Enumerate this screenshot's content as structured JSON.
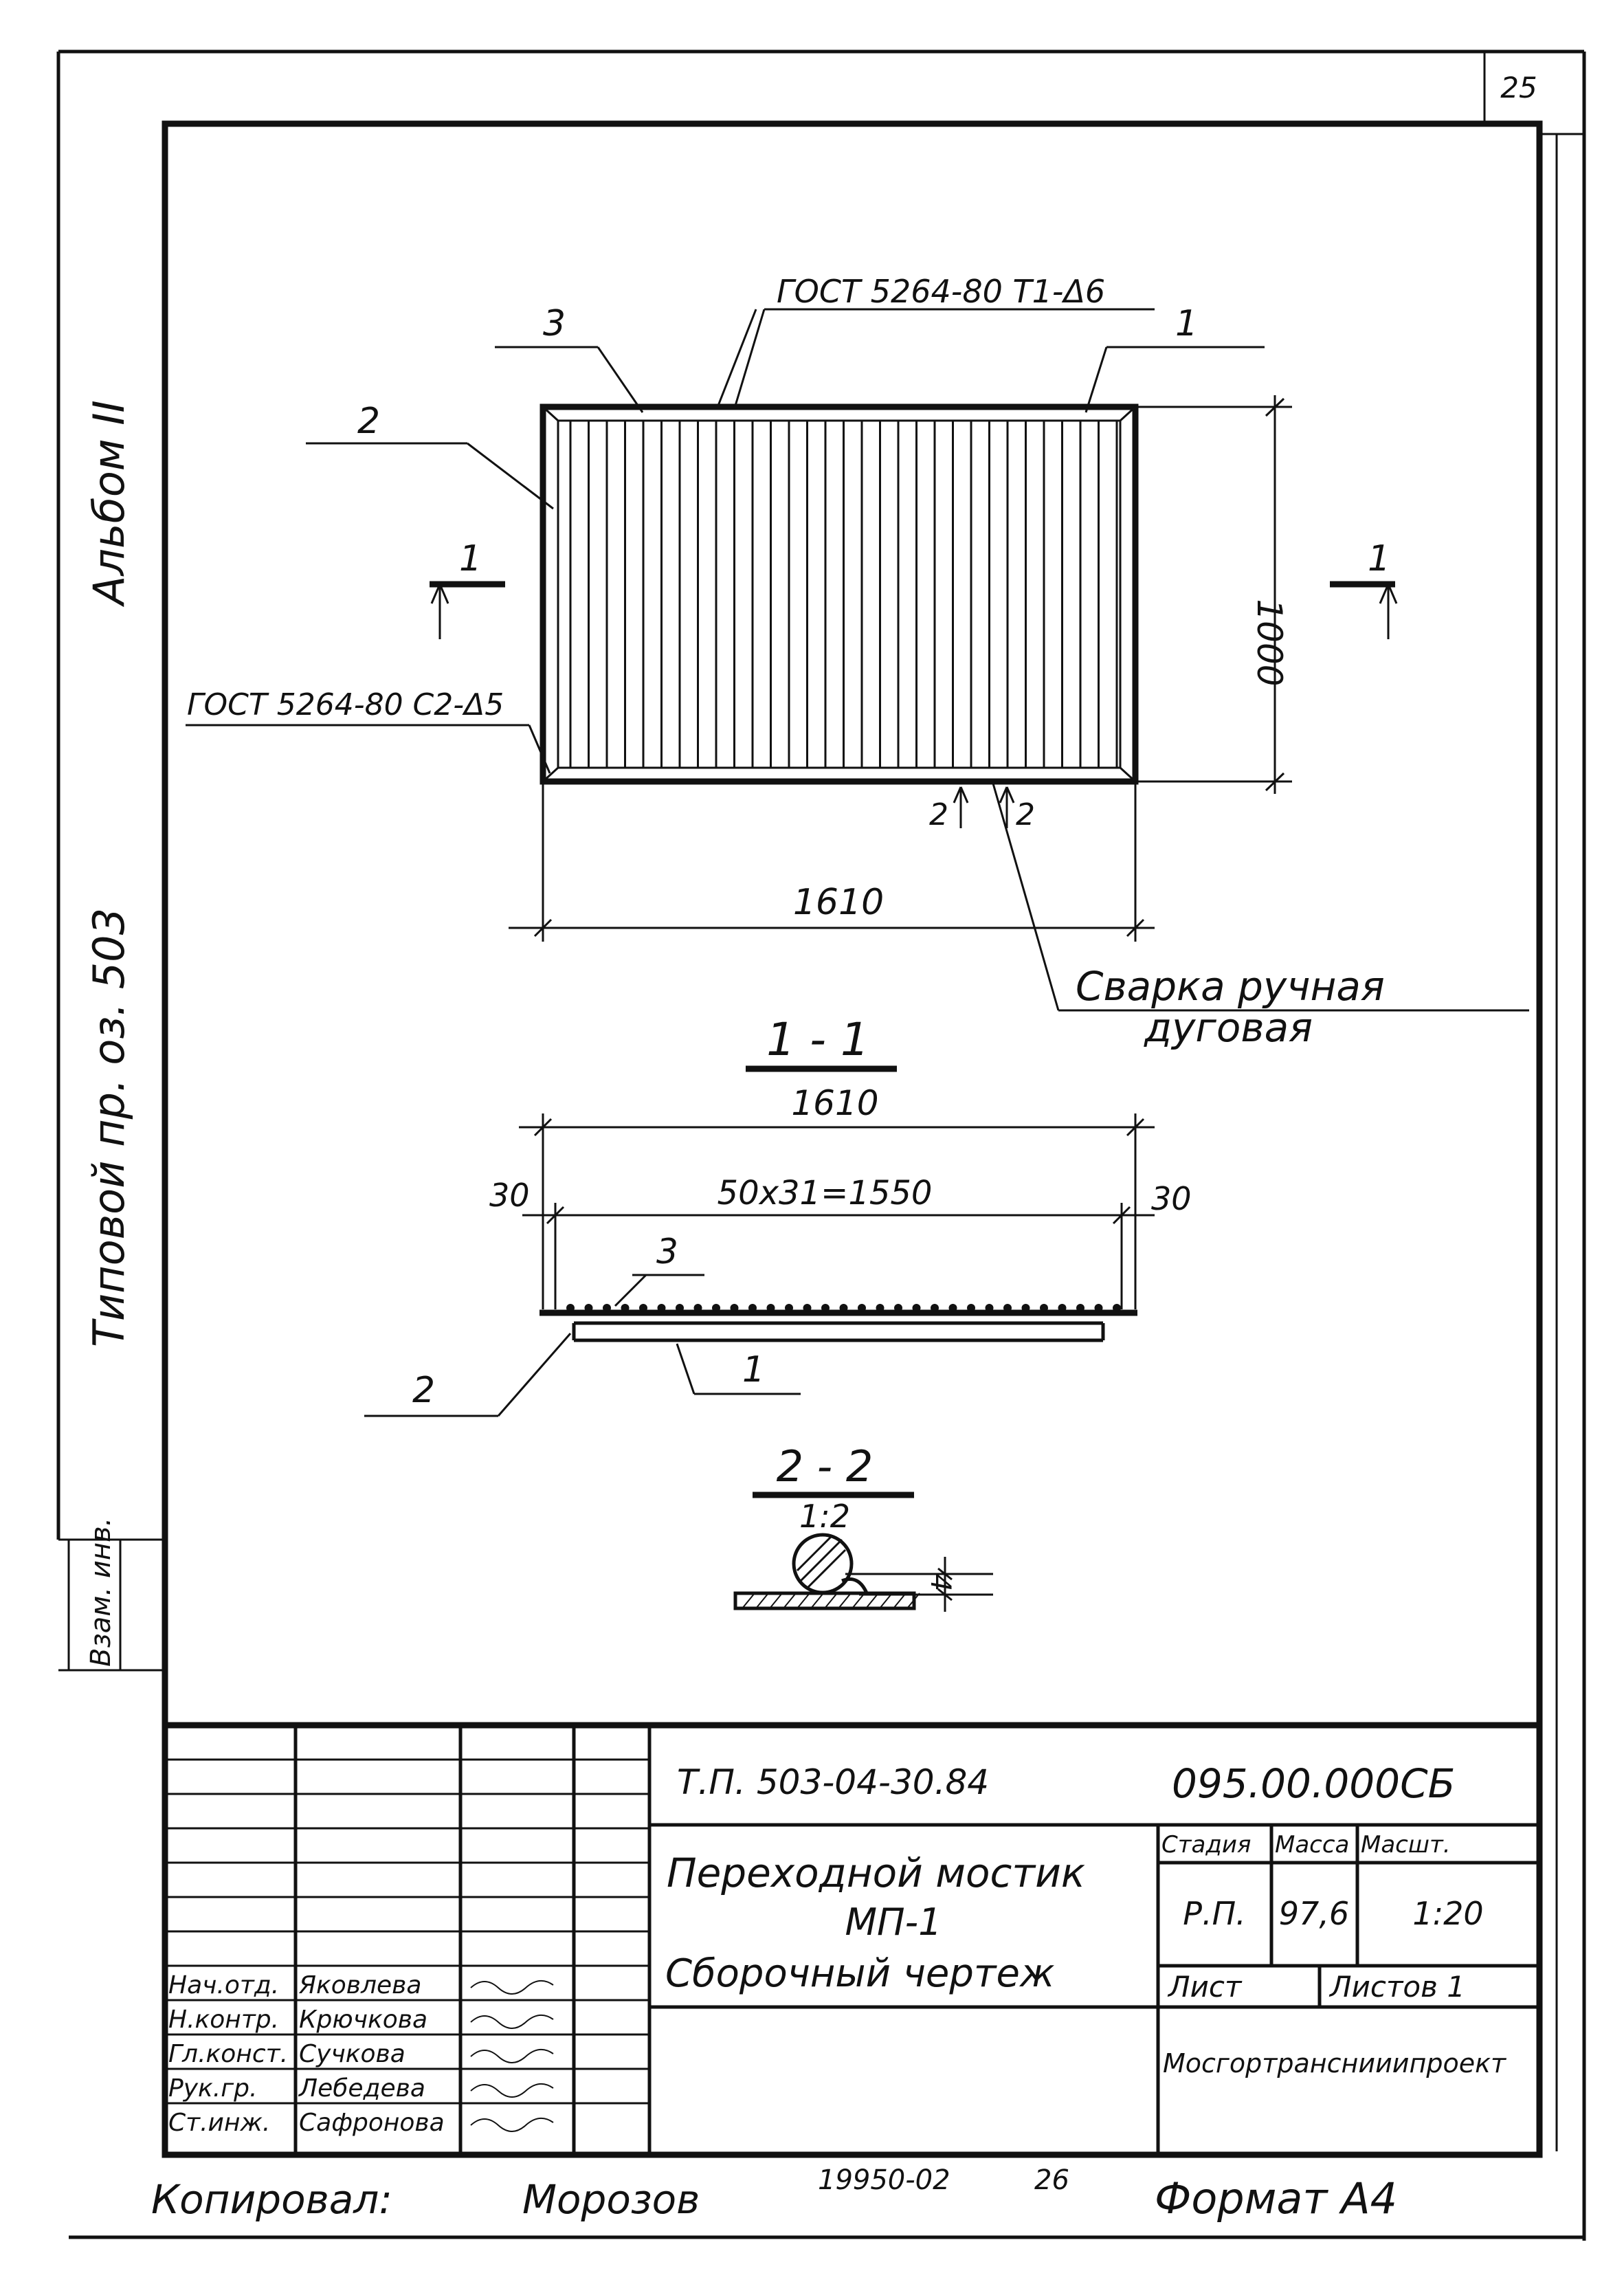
{
  "page_number": "25",
  "side_labels": {
    "album": "Альбом II",
    "series": "Типовой пр. оз. 503",
    "stamp": "Взам. инв."
  },
  "plan": {
    "weld_top": "ГОСТ 5264-80 Т1-Δ6",
    "weld_left": "ГОСТ 5264-80 С2-Δ5",
    "leader_3": "3",
    "leader_1": "1",
    "leader_2": "2",
    "section_mark_left": "1",
    "section_mark_right": "1",
    "dim_height": "1000",
    "dim_width": "1610",
    "section_2_left": "2",
    "section_2_right": "2",
    "welding_note_line1": "Сварка ручная",
    "welding_note_line2": "дуговая"
  },
  "section_1": {
    "title": "1 - 1",
    "dim_total": "1610",
    "dim_left": "30",
    "dim_middle": "50x31=1550",
    "dim_right": "30",
    "leader_3": "3",
    "leader_2": "2",
    "leader_1": "1"
  },
  "section_2": {
    "title": "2 - 2",
    "scale": "1:2",
    "weld_leg": "4"
  },
  "title_block": {
    "project_code": "Т.П. 503-04-30.84",
    "drawing_code": "095.00.000СБ",
    "title_line1": "Переходной мостик",
    "title_line2": "МП-1",
    "title_line3": "Сборочный чертеж",
    "col_stage": "Стадия",
    "col_mass": "Масса",
    "col_scale": "Масшт.",
    "stage": "Р.П.",
    "mass": "97,6",
    "scale": "1:20",
    "sheet_label": "Лист",
    "sheets_label": "Листов 1",
    "organization": "Мосгортранснииипроект",
    "signatures": [
      {
        "role": "Нач.отд.",
        "name": "Яковлева"
      },
      {
        "role": "Н.контр.",
        "name": "Крючкова"
      },
      {
        "role": "Гл.конст.",
        "name": "Сучкова"
      },
      {
        "role": "Рук.гр.",
        "name": "Лебедева"
      },
      {
        "role": "Ст.инж.",
        "name": "Сафронова"
      }
    ]
  },
  "footer": {
    "copied_label": "Копировал:",
    "copied_name": "Морозов",
    "order_no": "19950-02",
    "page": "26",
    "format": "Формат А4"
  }
}
